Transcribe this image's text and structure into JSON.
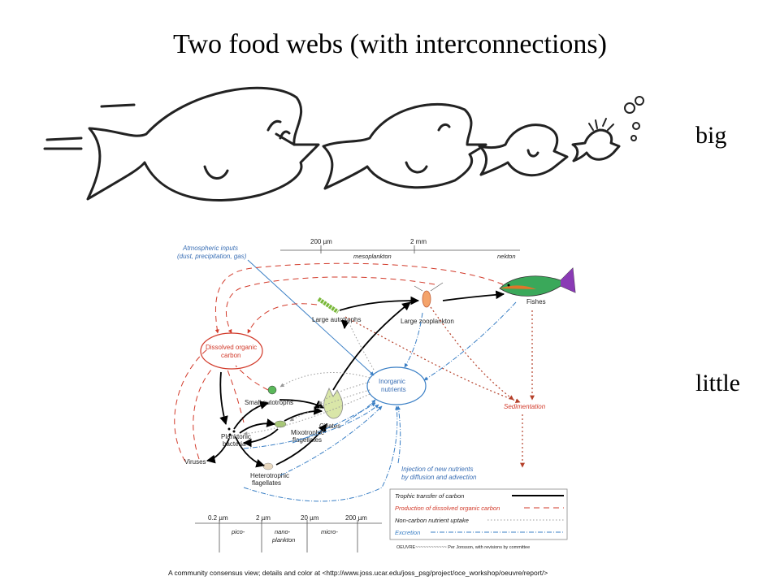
{
  "title": "Two food webs (with interconnections)",
  "labels": {
    "big": "big",
    "little": "little"
  },
  "diagram": {
    "atmospheric_1": "Atmospheric inputs",
    "atmospheric_2": "(dust, precipitation, gas)",
    "scale_top": {
      "size_200um": "200  µm",
      "size_2mm": "2 mm",
      "mesoplankton": "mesoplankton",
      "nekton": "nekton"
    },
    "nodes": {
      "doc_1": "Dissolved organic",
      "doc_2": "carbon",
      "large_autotrophs": "Large autotrophs",
      "large_zooplankton": "Large zooplankton",
      "fishes": "Fishes",
      "inorganic_1": "Inorganic",
      "inorganic_2": "nutrients",
      "sedimentation": "Sedimentation",
      "small_autotrophs": "Small autotrophs",
      "ciliates": "Ciliates",
      "mixo_1": "Mixotrophic",
      "mixo_2": "flagellates",
      "bact_1": "Planktonic",
      "bact_2": "bacteria",
      "viruses": "Viruses",
      "hetero_1": "Heterotrophic",
      "hetero_2": "flagellates",
      "injection_1": "Injection of new nutrients",
      "injection_2": "by diffusion and advection"
    },
    "scale_bottom": {
      "s1": "0.2  µm",
      "s2": "2  µm",
      "s3": "20  µm",
      "s4": "200  µm",
      "pico": "pico-",
      "nano": "nano-",
      "plankton": "plankton",
      "micro": "micro-"
    },
    "legend": [
      {
        "label": "Trophic transfer of carbon",
        "color": "#000000"
      },
      {
        "label": "Production of dissolved organic carbon",
        "color": "#d23a2a"
      },
      {
        "label": "Non-carbon nutrient uptake",
        "color": "#999999"
      },
      {
        "label": "Excretion",
        "color": "#3a7fc5"
      }
    ],
    "credit": "OEUVRE~~~~~~~~~~~~  Per Jonsson, with revisions by committee",
    "footer": "A community consensus view; details and color at <http://www.joss.ucar.edu/joss_psg/project/oce_workshop/oeuvre/report/>"
  }
}
